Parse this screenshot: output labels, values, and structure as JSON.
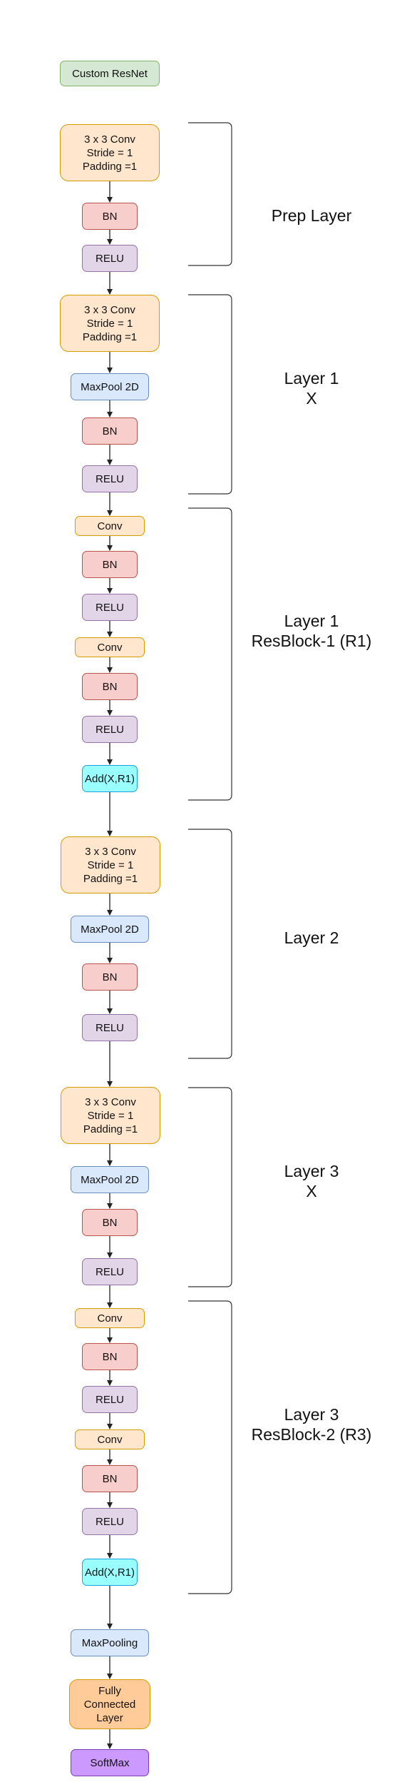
{
  "diagram": {
    "title": "Custom ResNet",
    "colors": {
      "title": {
        "fill": "#d5e8d4",
        "stroke": "#82b366"
      },
      "conv": {
        "fill": "#ffe6cc",
        "stroke": "#d79b00"
      },
      "bn": {
        "fill": "#f8cecc",
        "stroke": "#b85450"
      },
      "relu": {
        "fill": "#e1d5e7",
        "stroke": "#9673a6"
      },
      "pool": {
        "fill": "#dae8fc",
        "stroke": "#6c8ebf"
      },
      "add": {
        "fill": "#99ffff",
        "stroke": "#1ba1e2"
      },
      "fc": {
        "fill": "#ffcc99",
        "stroke": "#d79b00"
      },
      "softmax": {
        "fill": "#cc99ff",
        "stroke": "#7a3db8"
      },
      "bracket": "#333333",
      "arrow": "#222222"
    },
    "nodes": [
      {
        "id": "n01",
        "kind": "title",
        "text": "Custom ResNet"
      },
      {
        "id": "n02",
        "kind": "conv",
        "text": "3 x 3 Conv\nStride = 1\nPadding =1"
      },
      {
        "id": "n03",
        "kind": "bn",
        "text": "BN"
      },
      {
        "id": "n04",
        "kind": "relu",
        "text": "RELU"
      },
      {
        "id": "n05",
        "kind": "conv",
        "text": "3 x 3 Conv\nStride = 1\nPadding =1"
      },
      {
        "id": "n06",
        "kind": "pool",
        "text": "MaxPool 2D"
      },
      {
        "id": "n07",
        "kind": "bn",
        "text": "BN"
      },
      {
        "id": "n08",
        "kind": "relu",
        "text": "RELU"
      },
      {
        "id": "n09",
        "kind": "conv",
        "text": "Conv"
      },
      {
        "id": "n10",
        "kind": "bn",
        "text": "BN"
      },
      {
        "id": "n11",
        "kind": "relu",
        "text": "RELU"
      },
      {
        "id": "n12",
        "kind": "conv",
        "text": "Conv"
      },
      {
        "id": "n13",
        "kind": "bn",
        "text": "BN"
      },
      {
        "id": "n14",
        "kind": "relu",
        "text": "RELU"
      },
      {
        "id": "n15",
        "kind": "add",
        "text": "Add(X,R1)"
      },
      {
        "id": "n16",
        "kind": "conv",
        "text": "3 x 3 Conv\nStride = 1\nPadding =1"
      },
      {
        "id": "n17",
        "kind": "pool",
        "text": "MaxPool 2D"
      },
      {
        "id": "n18",
        "kind": "bn",
        "text": "BN"
      },
      {
        "id": "n19",
        "kind": "relu",
        "text": "RELU"
      },
      {
        "id": "n20",
        "kind": "conv",
        "text": "3 x 3 Conv\nStride = 1\nPadding =1"
      },
      {
        "id": "n21",
        "kind": "pool",
        "text": "MaxPool 2D"
      },
      {
        "id": "n22",
        "kind": "bn",
        "text": "BN"
      },
      {
        "id": "n23",
        "kind": "relu",
        "text": "RELU"
      },
      {
        "id": "n24",
        "kind": "conv",
        "text": "Conv"
      },
      {
        "id": "n25",
        "kind": "bn",
        "text": "BN"
      },
      {
        "id": "n26",
        "kind": "relu",
        "text": "RELU"
      },
      {
        "id": "n27",
        "kind": "conv",
        "text": "Conv"
      },
      {
        "id": "n28",
        "kind": "bn",
        "text": "BN"
      },
      {
        "id": "n29",
        "kind": "relu",
        "text": "RELU"
      },
      {
        "id": "n30",
        "kind": "add",
        "text": "Add(X,R1)"
      },
      {
        "id": "n31",
        "kind": "pool",
        "text": "MaxPooling"
      },
      {
        "id": "n32",
        "kind": "fc",
        "text": "Fully\nConnected\nLayer"
      },
      {
        "id": "n33",
        "kind": "softmax",
        "text": "SoftMax"
      }
    ],
    "edges": [
      [
        "n02",
        "n03"
      ],
      [
        "n03",
        "n04"
      ],
      [
        "n04",
        "n05"
      ],
      [
        "n05",
        "n06"
      ],
      [
        "n06",
        "n07"
      ],
      [
        "n07",
        "n08"
      ],
      [
        "n08",
        "n09"
      ],
      [
        "n09",
        "n10"
      ],
      [
        "n10",
        "n11"
      ],
      [
        "n11",
        "n12"
      ],
      [
        "n12",
        "n13"
      ],
      [
        "n13",
        "n14"
      ],
      [
        "n14",
        "n15"
      ],
      [
        "n15",
        "n16"
      ],
      [
        "n16",
        "n17"
      ],
      [
        "n17",
        "n18"
      ],
      [
        "n18",
        "n19"
      ],
      [
        "n19",
        "n20"
      ],
      [
        "n20",
        "n21"
      ],
      [
        "n21",
        "n22"
      ],
      [
        "n22",
        "n23"
      ],
      [
        "n23",
        "n24"
      ],
      [
        "n24",
        "n25"
      ],
      [
        "n25",
        "n26"
      ],
      [
        "n26",
        "n27"
      ],
      [
        "n27",
        "n28"
      ],
      [
        "n28",
        "n29"
      ],
      [
        "n29",
        "n30"
      ],
      [
        "n30",
        "n31"
      ],
      [
        "n31",
        "n32"
      ],
      [
        "n32",
        "n33"
      ]
    ],
    "groups": [
      {
        "id": "g1",
        "label": "Prep Layer"
      },
      {
        "id": "g2",
        "label": "Layer 1\nX"
      },
      {
        "id": "g3",
        "label": "Layer 1\nResBlock-1 (R1)"
      },
      {
        "id": "g4",
        "label": "Layer 2"
      },
      {
        "id": "g5",
        "label": "Layer 3\nX"
      },
      {
        "id": "g6",
        "label": "Layer 3\nResBlock-2 (R3)"
      }
    ]
  }
}
